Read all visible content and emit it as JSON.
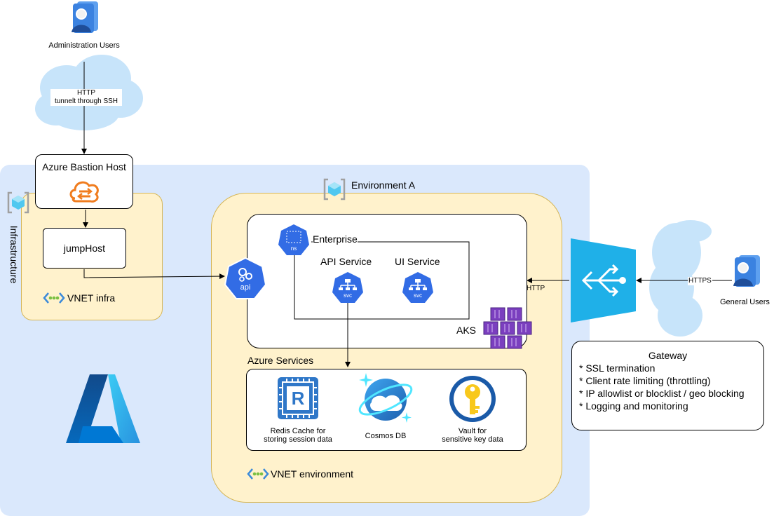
{
  "nodes": {
    "admin_users": "Administration Users",
    "bastion": "Azure Bastion Host",
    "jumphost": "jumpHost",
    "infrastructure": "Infrastructure",
    "vnet_infra": "VNET infra",
    "environment": "Environment A",
    "enterprise": "Enterprise",
    "ns_badge": "ns",
    "api_badge": "api",
    "api_service": "API Service",
    "ui_service": "UI Service",
    "svc_badge": "svc",
    "aks": "AKS",
    "azure_services": "Azure Services",
    "redis_line1": "Redis Cache for",
    "redis_line2": "storing session data",
    "cosmos": "Cosmos DB",
    "vault_line1": "Vault for",
    "vault_line2": "sensitive key data",
    "vnet_env": "VNET environment",
    "general_users": "General Users",
    "redis_letter": "R"
  },
  "edges": {
    "http_tunnel_line1": "HTTP",
    "http_tunnel_line2": "tunnelt through SSH",
    "https": "HTTPS",
    "http": "HTTP"
  },
  "gateway": {
    "title": "Gateway",
    "items": [
      "* SSL termination",
      "* Client rate limiting (throttling)",
      "* IP allowlist or blocklist / geo blocking",
      "* Logging and monitoring"
    ]
  },
  "colors": {
    "azure_region": "#dae8fc",
    "vnet_fill": "#fff2cc",
    "k8s_blue": "#326ce5",
    "gateway_blue": "#1fb0e8",
    "bastion_orange": "#f07c1e",
    "aks_purple": "#7b3fbf",
    "cloud_blue": "#c7e4fa"
  }
}
